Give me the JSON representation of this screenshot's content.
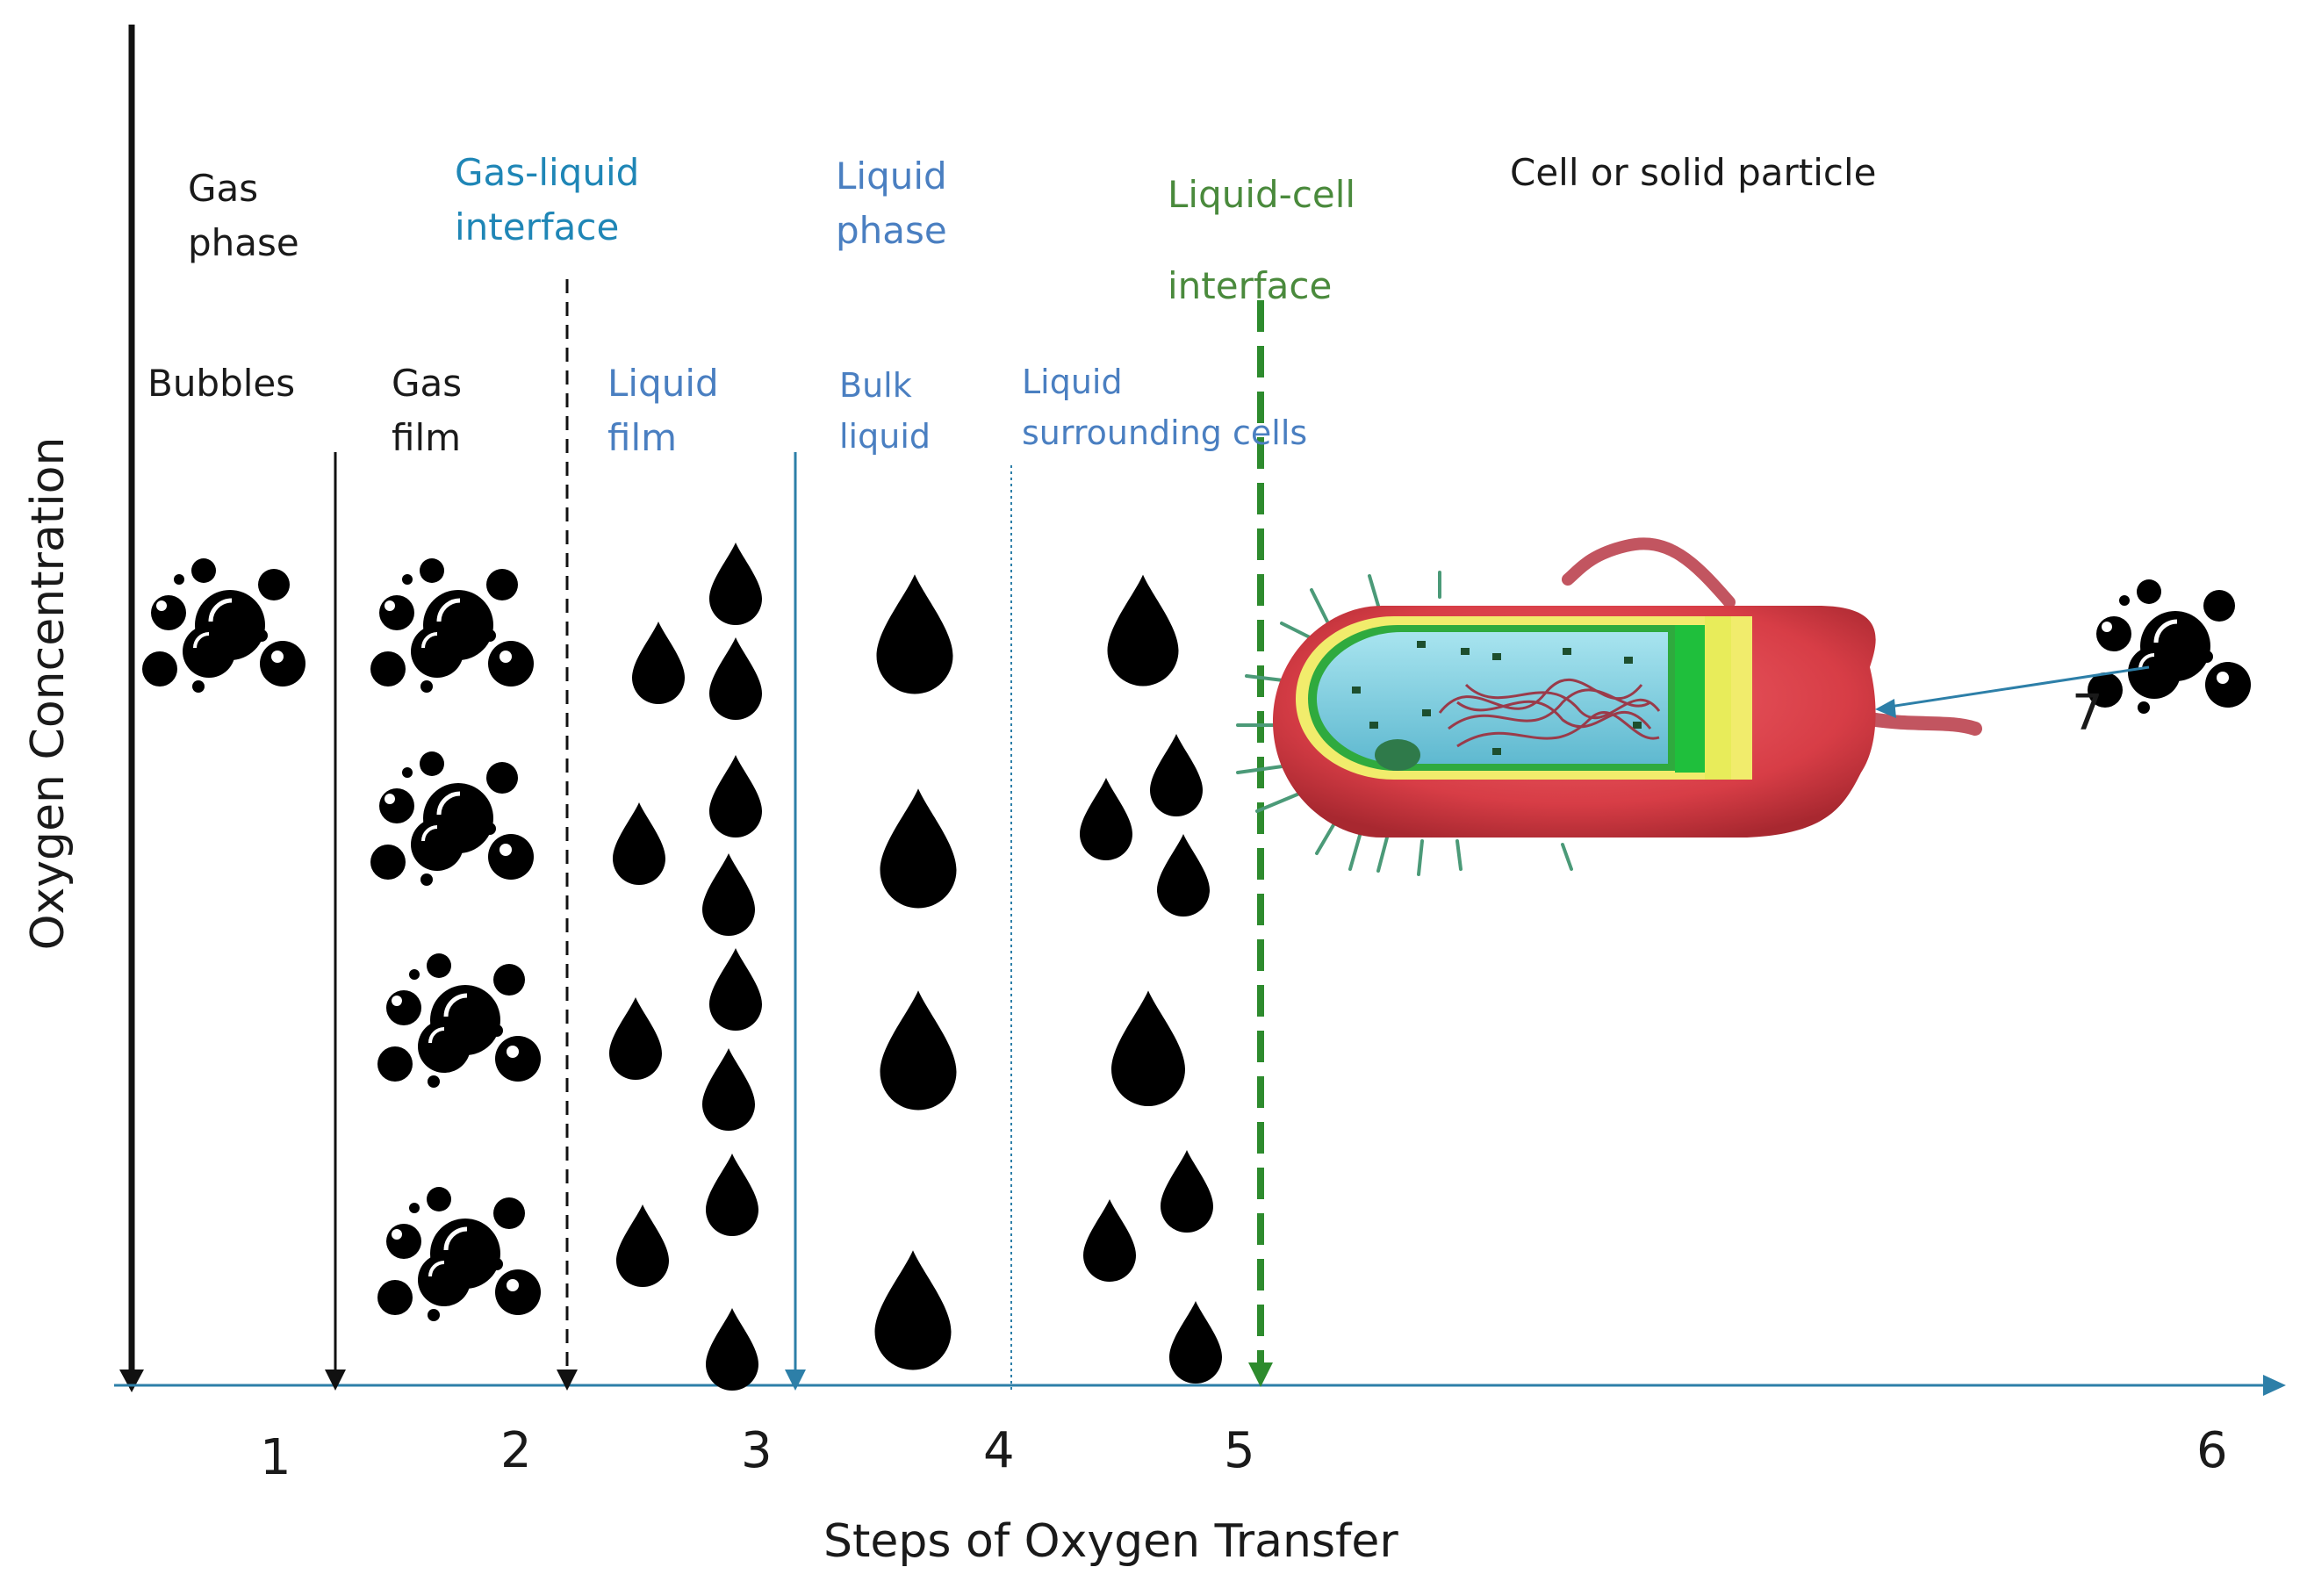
{
  "labels": {
    "gas_phase": [
      "Gas",
      "phase"
    ],
    "gas_liquid_interface": [
      "Gas-liquid",
      "interface"
    ],
    "liquid_phase": [
      "Liquid",
      "phase"
    ],
    "liquid_cell_interface": [
      "Liquid-cell",
      "interface"
    ],
    "cell": "Cell or solid particle",
    "bubbles": "Bubbles",
    "gas_film": [
      "Gas",
      "film"
    ],
    "liquid_film": [
      "Liquid",
      "film"
    ],
    "bulk_liquid": [
      "Bulk",
      "liquid"
    ],
    "liquid_surrounding": [
      "Liquid",
      "surrounding cells"
    ]
  },
  "axes": {
    "y_label": "Oxygen Concentration",
    "x_label": "Steps of Oxygen Transfer"
  },
  "steps": [
    "1",
    "2",
    "3",
    "4",
    "5",
    "6",
    "7"
  ],
  "colors": {
    "black": "#1a1a1a",
    "teal": "#1f86b6",
    "blue": "#4a7fc1",
    "green": "#2e8b2e",
    "cell_red": "#e0404a",
    "cytoplasm": "#7fd0e0"
  },
  "icons": [
    "oxygen-bubble-cluster-icon",
    "liquid-droplet-icon",
    "bacterium-cell-illustration"
  ]
}
